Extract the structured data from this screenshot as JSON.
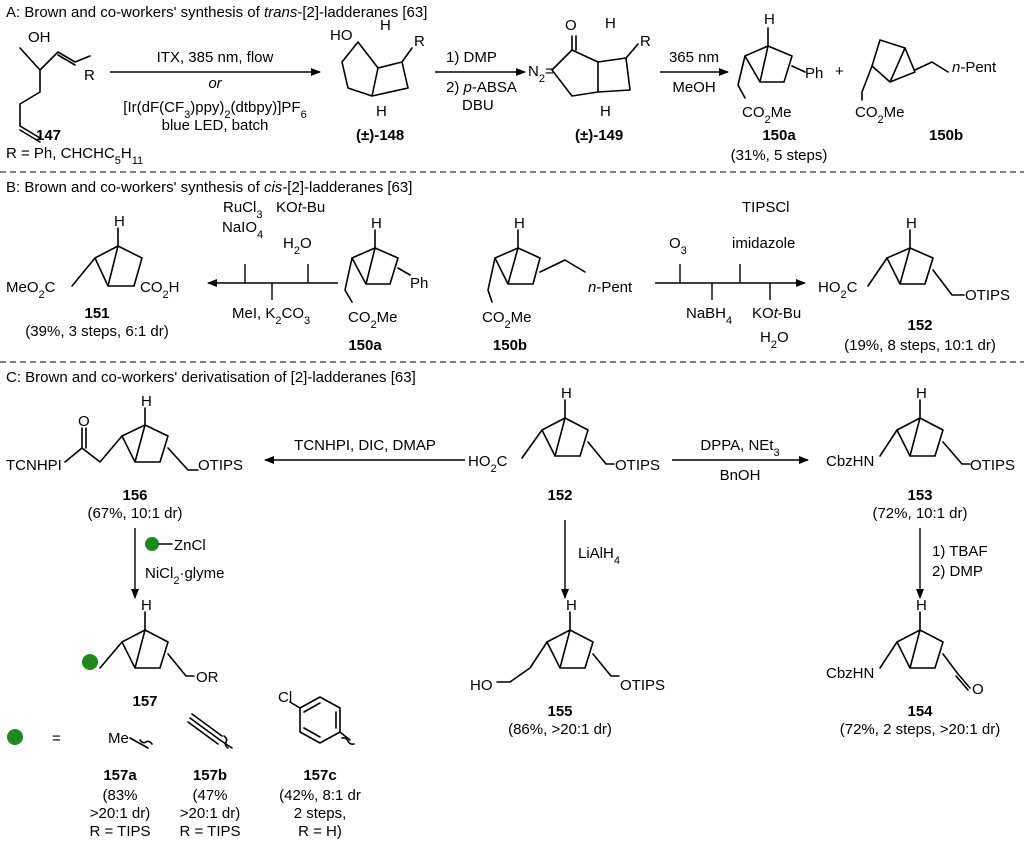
{
  "sections": {
    "a": {
      "prefix": "A: Brown and co-workers' synthesis of ",
      "italic": "trans",
      "suffix": "-[2]-ladderanes [63]"
    },
    "b": {
      "prefix": "B: Brown and co-workers' synthesis of ",
      "italic": "cis",
      "suffix": "-[2]-ladderanes [63]"
    },
    "c": {
      "text": "C: Brown and co-workers' derivatisation of [2]-ladderanes [63]"
    }
  },
  "row_a": {
    "sm_label": "147",
    "sm_R_def": "R = Ph, CHCHC5H11",
    "sm_oh": "OH",
    "sm_r": "R",
    "step1_top": "ITX, 385 nm, flow",
    "step1_or": "or",
    "step1_cat": "[Ir(dF(CF3)ppy)2(dtbpy)]PF6",
    "step1_bottom": "blue LED, batch",
    "p148_label": "(±)-148",
    "p148_ho": "HO",
    "step2_line1": "1) DMP",
    "step2_line2a": "2) ",
    "step2_line2b": "p",
    "step2_line2c": "-ABSA",
    "step2_line3": "DBU",
    "p149_label": "(±)-149",
    "p149_n2": "N2",
    "step3_top": "365 nm",
    "step3_bottom": "MeOH",
    "p150a_label": "150a",
    "p150a_yield": "(31%, 5 steps)",
    "p150a_sub": "Ph",
    "plus": "+",
    "p150b_label": "150b",
    "p150b_sub": "n-Pent",
    "co2me": "CO2Me",
    "h": "H",
    "o": "O"
  },
  "row_b": {
    "reag_left_top1": "RuCl3",
    "reag_left_top2": "NaIO4",
    "reag_left_top3": "KOt-Bu",
    "reag_left_top4": "H2O",
    "reag_left_bottom": "MeI, K2CO3",
    "p151_label": "151",
    "p151_yield": "(39%, 3 steps, 6:1 dr)",
    "p151_left": "MeO2C",
    "p151_right": "CO2H",
    "p150a_label": "150a",
    "p150b_label": "150b",
    "reag_right_top1": "TIPSCl",
    "reag_right_top2": "imidazole",
    "reag_right_o3": "O3",
    "reag_right_bottom1": "NaBH4",
    "reag_right_bottom2": "KOt-Bu",
    "reag_right_bottom3": "H2O",
    "p152_label": "152",
    "p152_yield": "(19%, 8 steps, 10:1 dr)",
    "p152_left": "HO2C",
    "otips": "OTIPS"
  },
  "row_c": {
    "p156_label": "156",
    "p156_yield": "(67%, 10:1 dr)",
    "p156_left": "TCNHPI",
    "reag_156": "TCNHPI, DIC, DMAP",
    "p152_label": "152",
    "reag_153_top": "DPPA, NEt3",
    "reag_153_bottom": "BnOH",
    "p153_label": "153",
    "p153_yield": "(72%, 10:1 dr)",
    "cbzhn": "CbzHN",
    "reag_157_top": "ZnCl",
    "reag_157_bottom": "NiCl2·glyme",
    "reag_155": "LiAlH4",
    "reag_154_top": "1) TBAF",
    "reag_154_bottom": "2) DMP",
    "p157_label": "157",
    "p157_or": "OR",
    "p155_label": "155",
    "p155_yield": "(86%, >20:1 dr)",
    "p155_ho": "HO",
    "p154_label": "154",
    "p154_yield": "(72%, 2 steps, >20:1 dr)",
    "equals": "=",
    "me": "Me",
    "cl": "Cl",
    "v157a_label": "157a",
    "v157a_l1": "(83%",
    "v157a_l2": ">20:1 dr)",
    "v157a_l3": "R = TIPS",
    "v157b_label": "157b",
    "v157b_l1": "(47%",
    "v157b_l2": ">20:1 dr)",
    "v157b_l3": "R = TIPS",
    "v157c_label": "157c",
    "v157c_l1": "(42%, 8:1 dr",
    "v157c_l2": "2 steps,",
    "v157c_l3": "R = H)"
  },
  "colors": {
    "green_dot": "#1e8a1e",
    "ink": "#000000"
  }
}
